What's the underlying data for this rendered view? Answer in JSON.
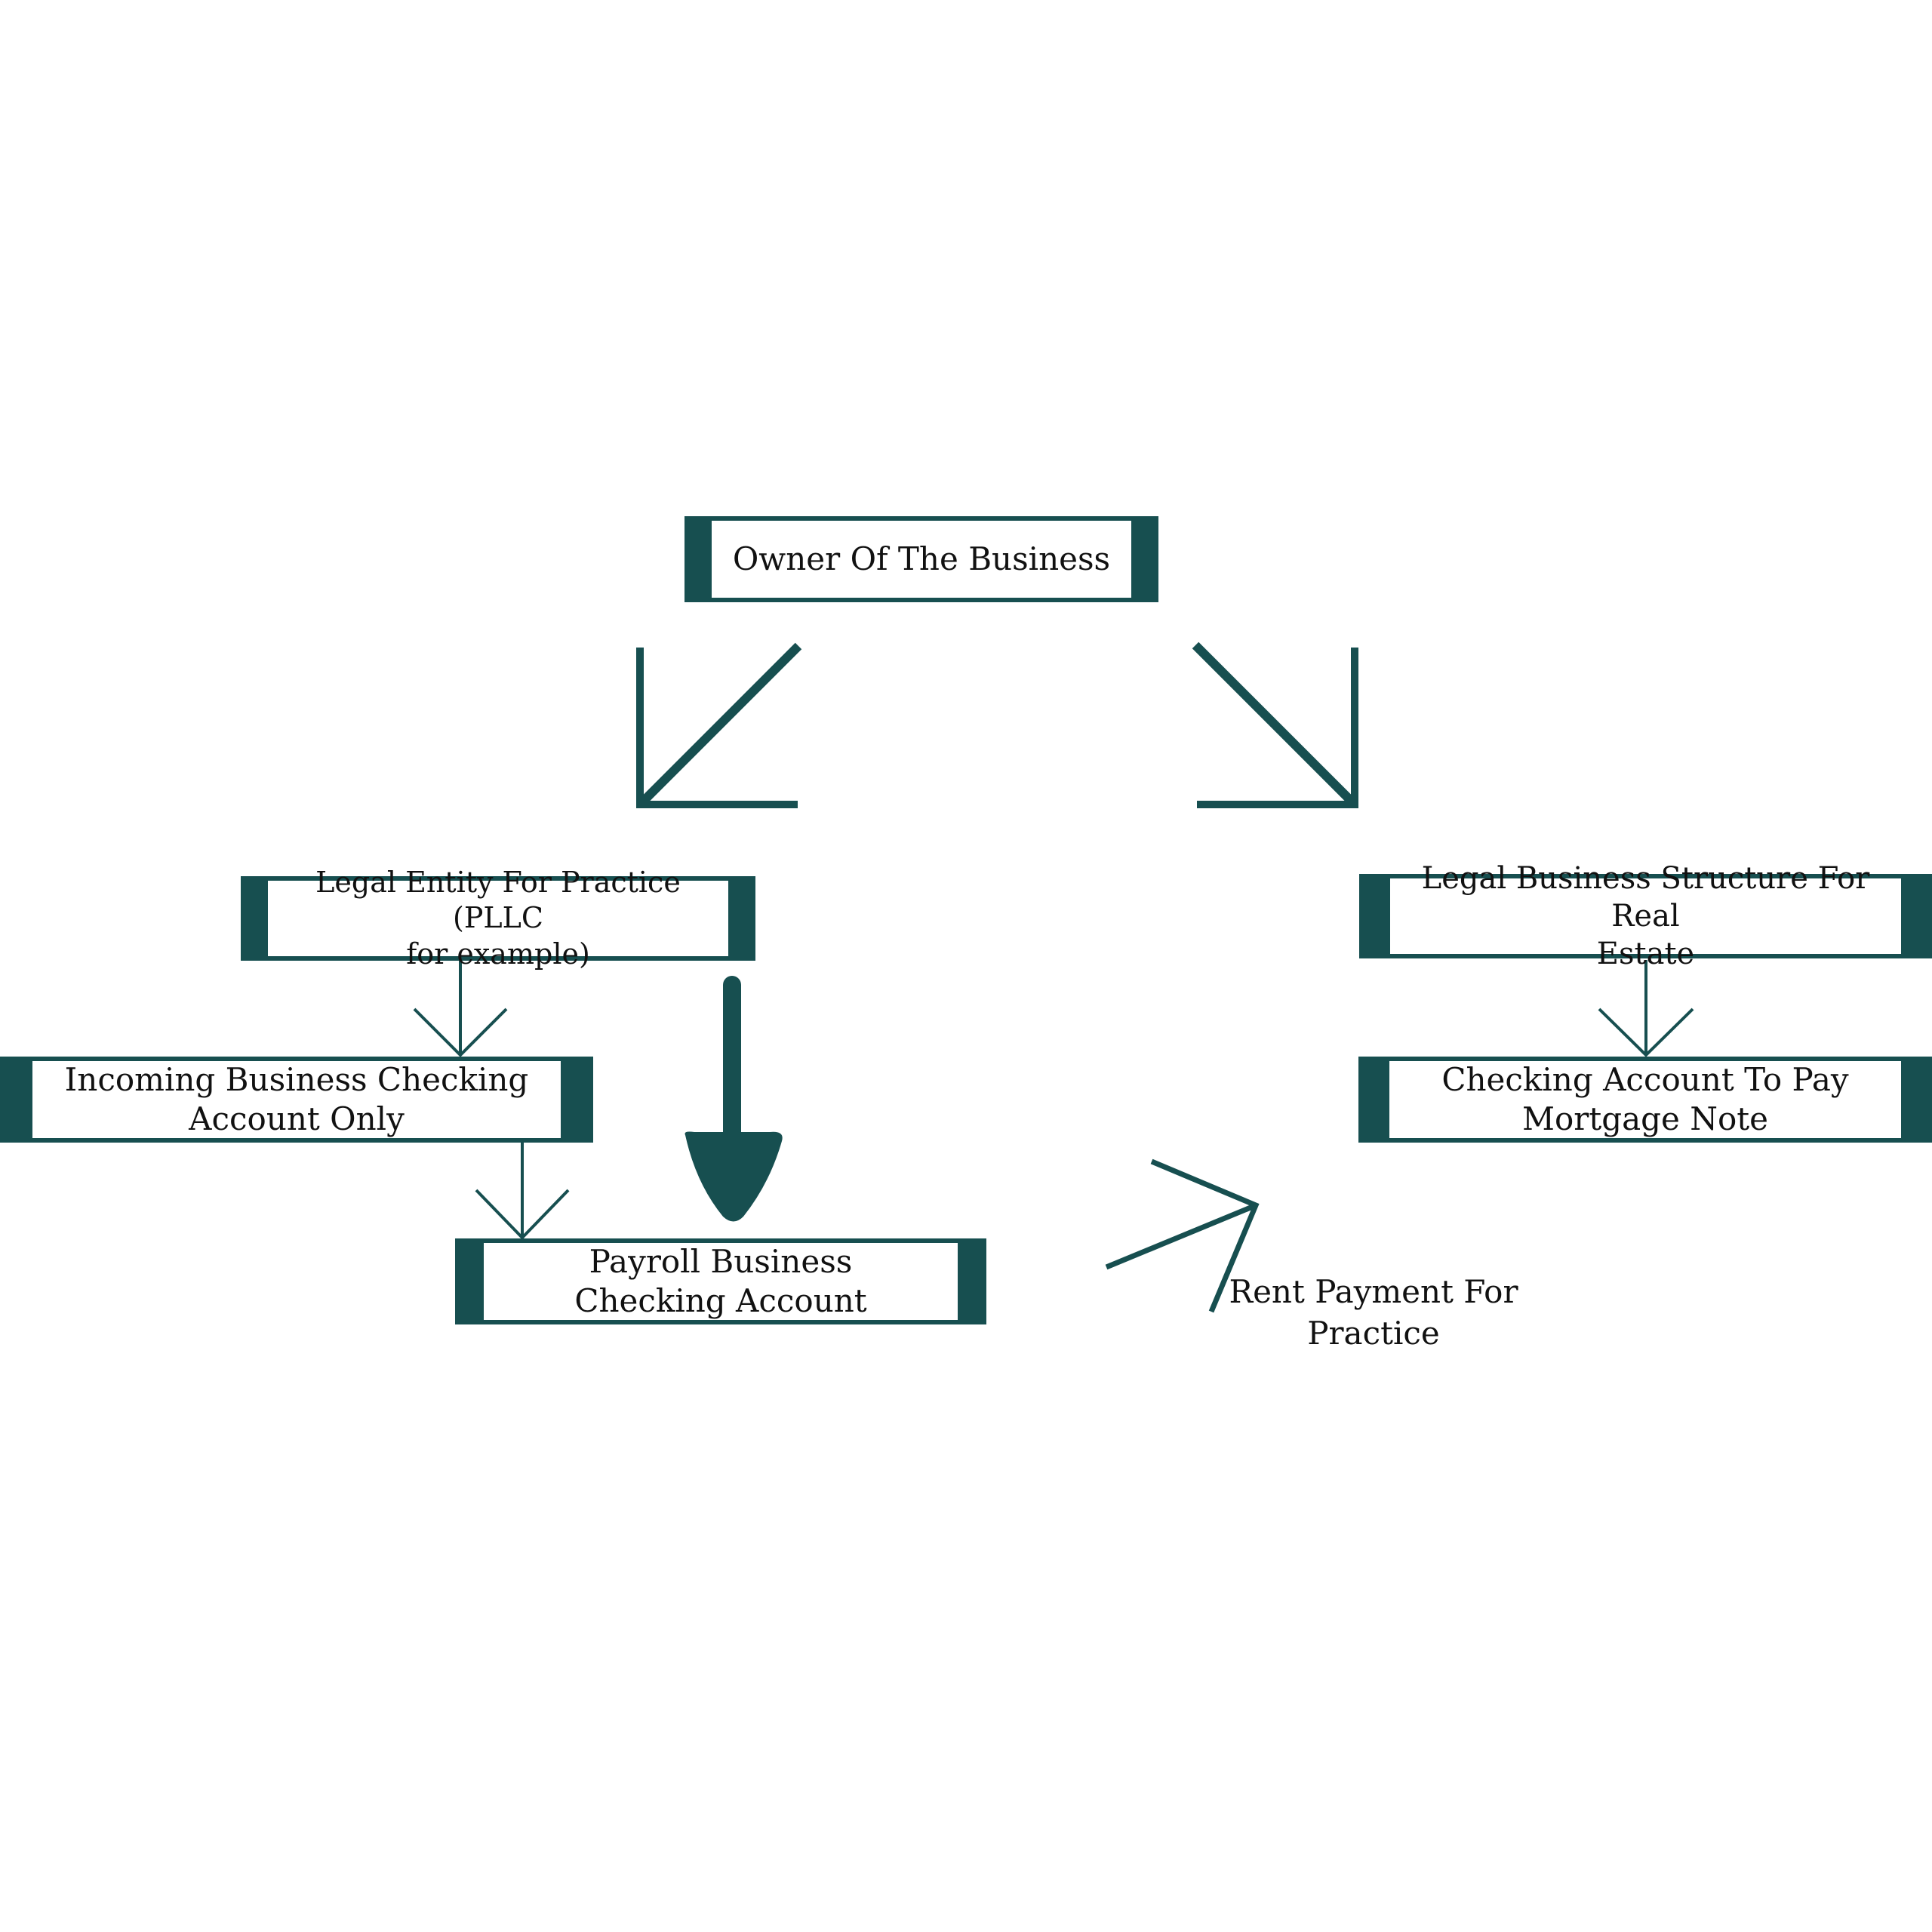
{
  "colors": {
    "accent": "#174f50",
    "text": "#111111",
    "background": "#ffffff"
  },
  "nodes": {
    "owner": "Owner Of The Business",
    "legal_entity_practice": "Legal Entity For Practice (PLLC\nfor example)",
    "legal_structure_real_estate": "Legal Business Structure For Real\nEstate",
    "incoming_checking": "Incoming Business Checking\nAccount Only",
    "payroll_checking": "Payroll Business\nChecking Account",
    "mortgage_checking": "Checking Account To Pay\nMortgage Note"
  },
  "labels": {
    "rent_payment": "Rent Payment For\nPractice"
  }
}
